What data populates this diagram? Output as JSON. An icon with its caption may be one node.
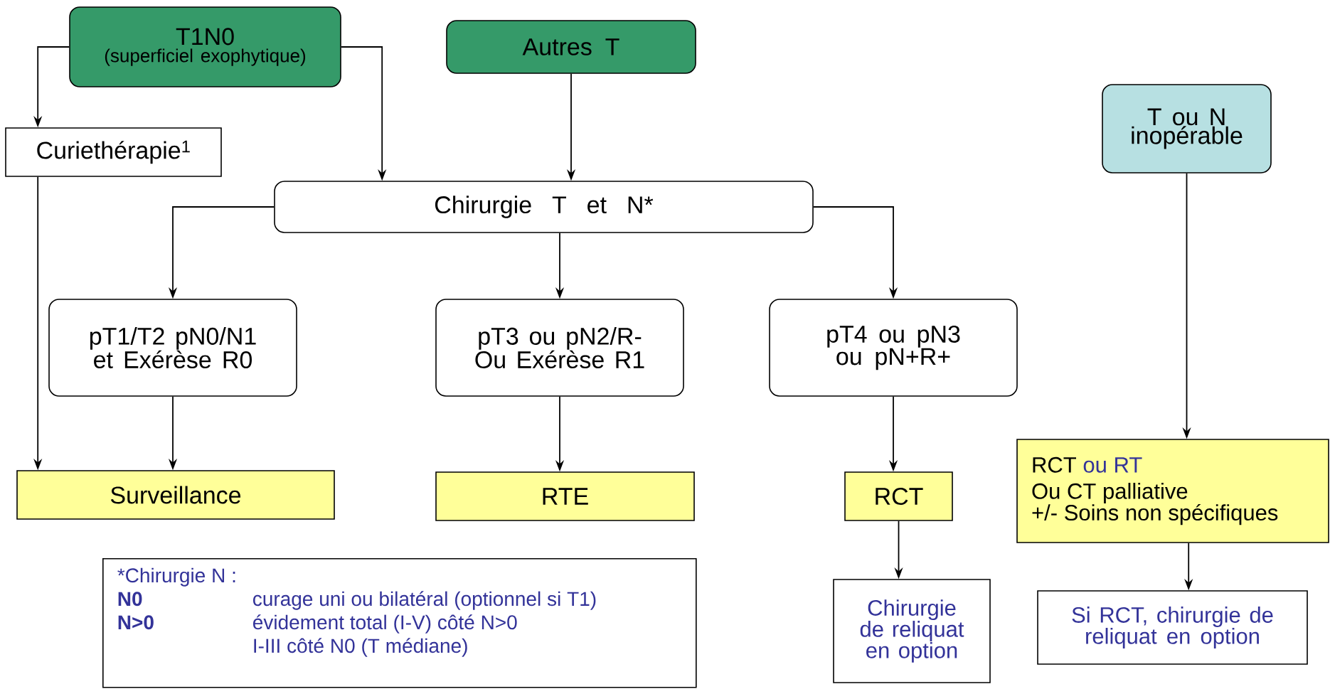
{
  "diagram": {
    "nodes": [
      {
        "text": [
          "T1N0",
          "(superficiel exophytique)"
        ]
      },
      {
        "text": [
          "Autres T"
        ]
      },
      {
        "text": [
          "Curiethérapie$^{1}$"
        ]
      },
      {
        "text": [
          "T ou N inopérable"
        ]
      },
      {
        "text": [
          "Chirurgie T et N*"
        ]
      },
      {
        "text": [
          "pT1/T2 pN0/N1  et Exérèse R0"
        ]
      },
      {
        "text": [
          "pT3 ou pN2/R- Ou Exérèse R1"
        ]
      },
      {
        "text": [
          "pT4 ou pN3 ou pN+R+"
        ]
      },
      {
        "text": [
          "RCT",
          "ou RT",
          "Ou CT palliative",
          "+/- Soins non spécifiques"
        ]
      },
      {
        "text": [
          "Surveillance"
        ]
      },
      {
        "text": [
          "RTE"
        ]
      },
      {
        "text": [
          "RCT"
        ]
      },
      {
        "text": [
          "Chirurgie de reliquat en option"
        ]
      },
      {
        "text": [
          "Si RCT, chirurgie de reliquat en option"
        ]
      },
      {
        "text": [
          "*Chirurgie N :",
          "N0",
          "curage uni ou bilatéral (optionnel si T1)",
          "N>0",
          "évidement total (I-V) côté N>0",
          "I-III côté N0 (T médiane)"
        ]
      }
    ],
    "edges": [
      {
        "from": 0,
        "to": 2,
        "arrow": "to"
      },
      {
        "from": 0,
        "to": 4,
        "arrow": "to"
      },
      {
        "from": 1,
        "to": 4,
        "arrow": "to"
      },
      {
        "from": 4,
        "to": 5,
        "arrow": "to"
      },
      {
        "from": 4,
        "to": 6,
        "arrow": "to"
      },
      {
        "from": 4,
        "to": 7,
        "arrow": "to"
      },
      {
        "from": 2,
        "to": 9,
        "arrow": "to"
      },
      {
        "from": 5,
        "to": 9,
        "arrow": "to"
      },
      {
        "from": 6,
        "to": 10,
        "arrow": "to"
      },
      {
        "from": 7,
        "to": 11,
        "arrow": "to"
      },
      {
        "from": 11,
        "to": 12,
        "arrow": "to"
      },
      {
        "from": 3,
        "to": 8,
        "arrow": "to"
      },
      {
        "from": 8,
        "to": 13,
        "arrow": "to"
      }
    ]
  }
}
